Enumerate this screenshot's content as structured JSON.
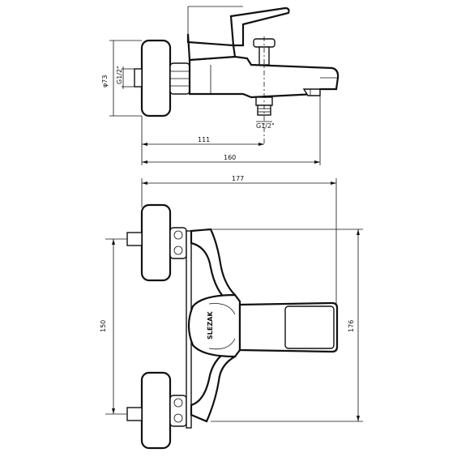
{
  "dimensions": {
    "side_diameter": "φ73",
    "side_thread": "G1/2\"",
    "outlet_thread": "G1/2\"",
    "width_111": "111",
    "width_160": "160",
    "width_177": "177",
    "height_150": "150",
    "height_176": "176"
  },
  "logo": {
    "text": "SLEZAK"
  },
  "colors": {
    "line": "#111111",
    "background": "#ffffff"
  }
}
